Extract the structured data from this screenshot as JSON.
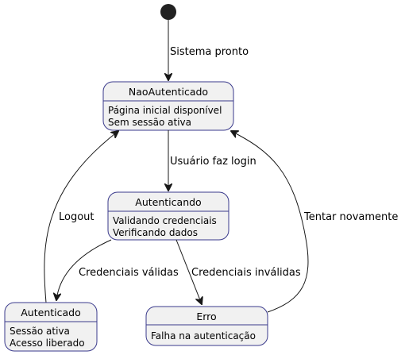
{
  "diagram": {
    "type": "state-diagram",
    "states": [
      {
        "id": "nao-autenticado",
        "title": "NaoAutenticado",
        "lines": [
          "Página inicial disponível",
          "Sem sessão ativa"
        ]
      },
      {
        "id": "autenticando",
        "title": "Autenticando",
        "lines": [
          "Validando credenciais",
          "Verificando dados"
        ]
      },
      {
        "id": "autenticado",
        "title": "Autenticado",
        "lines": [
          "Sessão ativa",
          "Acesso liberado"
        ]
      },
      {
        "id": "erro",
        "title": "Erro",
        "lines": [
          "Falha na autenticação"
        ]
      }
    ],
    "transitions": [
      {
        "from": "start",
        "to": "nao-autenticado",
        "label": "Sistema pronto"
      },
      {
        "from": "nao-autenticado",
        "to": "autenticando",
        "label": "Usuário faz login"
      },
      {
        "from": "autenticando",
        "to": "autenticado",
        "label": "Credenciais válidas"
      },
      {
        "from": "autenticando",
        "to": "erro",
        "label": "Credenciais inválidas"
      },
      {
        "from": "autenticado",
        "to": "nao-autenticado",
        "label": "Logout"
      },
      {
        "from": "erro",
        "to": "nao-autenticado",
        "label": "Tentar novamente"
      }
    ],
    "colors": {
      "state_fill": "#f1f1f1",
      "state_border": "#3a3a8c",
      "edge": "#181818",
      "start_node": "#222222"
    }
  }
}
